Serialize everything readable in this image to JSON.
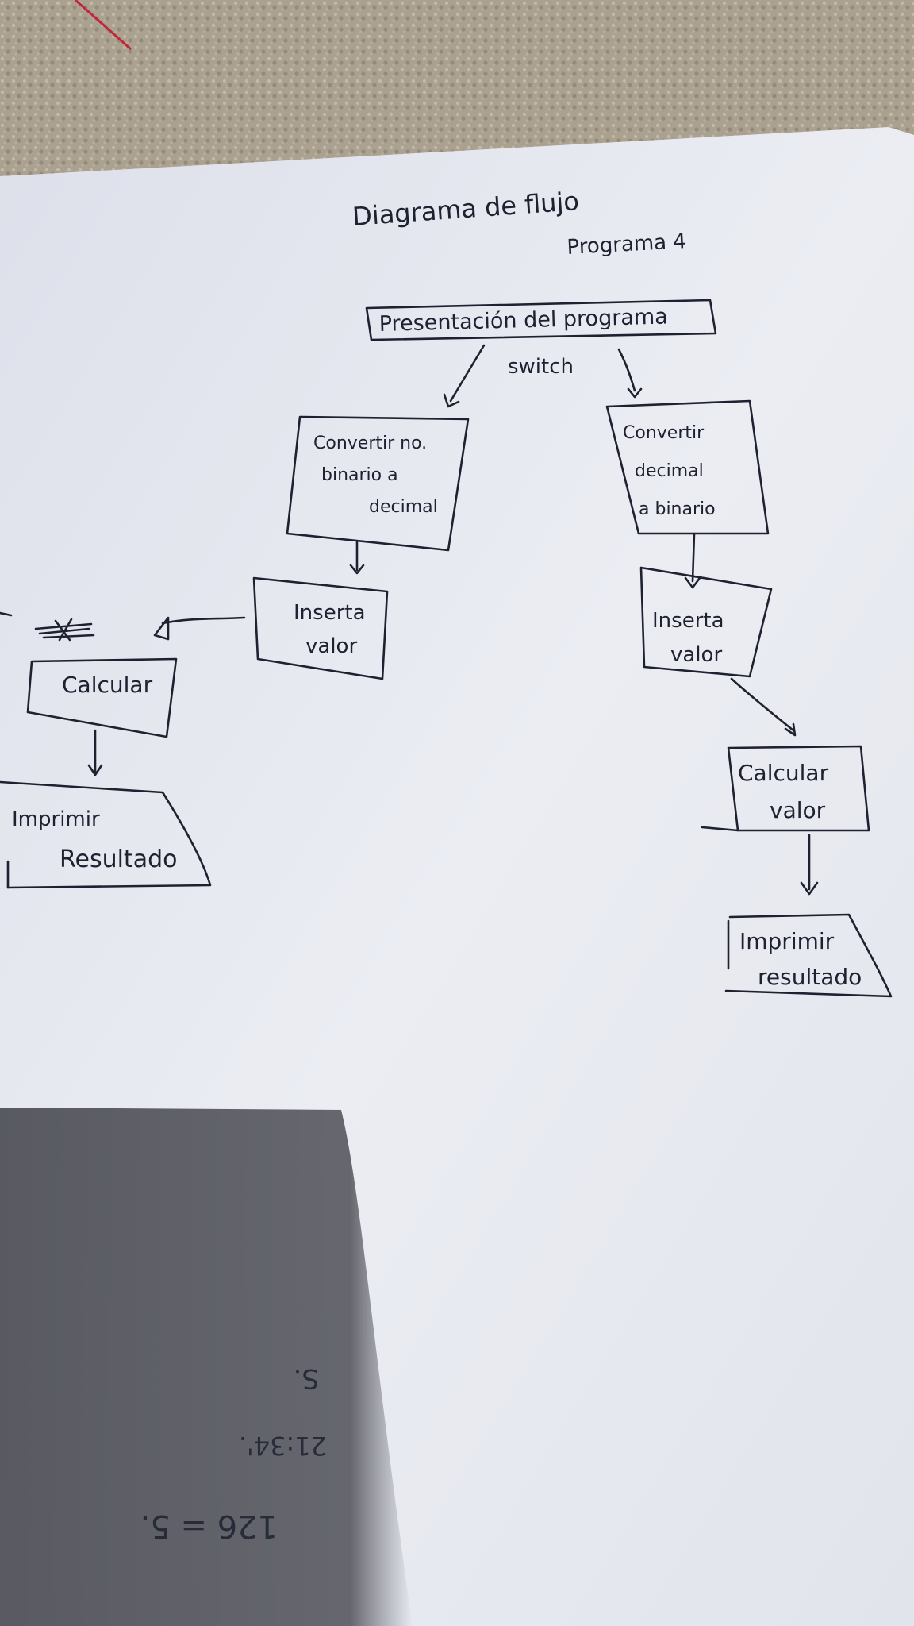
{
  "diagram": {
    "title": "Diagrama de flujo",
    "subtitle": "Programa 4",
    "top_box": "Presentación del programa",
    "switch_label": "switch",
    "left_branch": {
      "convert_line1": "Convertir no.",
      "convert_line2": "binario a",
      "convert_line3": "decimal",
      "insert_line1": "Inserta",
      "insert_line2": "valor",
      "calc": "Calcular",
      "print_line1": "Imprimir",
      "print_line2": "Resultado"
    },
    "right_branch": {
      "convert_line1": "Convertir",
      "convert_line2": "decimal",
      "convert_line3": "a binario",
      "insert_line1": "Inserta",
      "insert_line2": "valor",
      "calc_line1": "Calcular",
      "calc_line2": "valor",
      "print_line1": "Imprimir",
      "print_line2": "resultado"
    }
  },
  "bleed_through": {
    "line1": "S.",
    "line2": "21:34'.",
    "line3": "126 = 5."
  },
  "colors": {
    "paper": "#e9ebf2",
    "ink": "#1e2230",
    "carpet": "#a89f8e",
    "shadow": "#55565e"
  }
}
